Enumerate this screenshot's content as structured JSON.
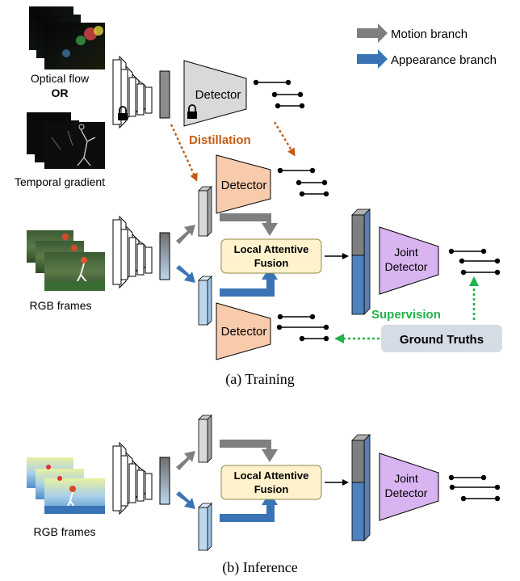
{
  "legend": {
    "motion_branch": "Motion branch",
    "appearance_branch": "Appearance branch"
  },
  "training": {
    "optical_flow": "Optical flow",
    "or": "OR",
    "temporal_gradient": "Temporal gradient",
    "rgb_frames": "RGB frames",
    "detector_frozen": "Detector",
    "distillation": "Distillation",
    "detector_motion": "Detector",
    "detector_appearance": "Detector",
    "fusion_line1": "Local Attentive",
    "fusion_line2": "Fusion",
    "joint_line1": "Joint",
    "joint_line2": "Detector",
    "supervision": "Supervision",
    "ground_truths": "Ground Truths",
    "caption": "(a) Training"
  },
  "inference": {
    "rgb_frames": "RGB frames",
    "fusion_line1": "Local Attentive",
    "fusion_line2": "Fusion",
    "joint_line1": "Joint",
    "joint_line2": "Detector",
    "caption": "(b) Inference"
  },
  "colors": {
    "motion": "#7f7f7f",
    "appearance": "#3a74b5",
    "distillation": "#c55a11",
    "supervision": "#1fb34a",
    "detector_fill": "#f8cbad",
    "joint_fill": "#d8b4f0",
    "fusion_fill": "#fff2cc",
    "gt_fill": "#d6dce5"
  }
}
